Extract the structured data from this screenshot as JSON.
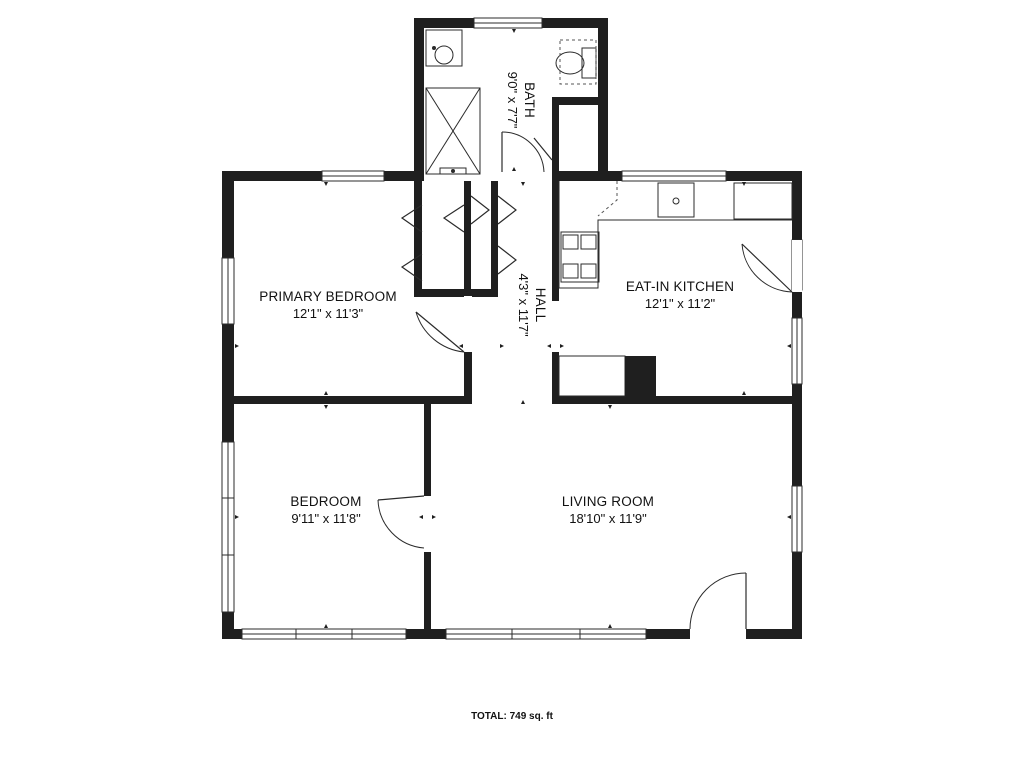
{
  "rooms": {
    "primary_bedroom": {
      "name": "PRIMARY BEDROOM",
      "dims": "12'1\" x 11'3\""
    },
    "bedroom": {
      "name": "BEDROOM",
      "dims": "9'11\" x 11'8\""
    },
    "living_room": {
      "name": "LIVING ROOM",
      "dims": "18'10\" x 11'9\""
    },
    "kitchen": {
      "name": "EAT-IN KITCHEN",
      "dims": "12'1\" x 11'2\""
    },
    "bath": {
      "name": "BATH",
      "dims": "9'0\" x 7'7\""
    },
    "hall": {
      "name": "HALL",
      "dims": "4'3\" x 11'7\""
    }
  },
  "total": "TOTAL: 749 sq. ft"
}
